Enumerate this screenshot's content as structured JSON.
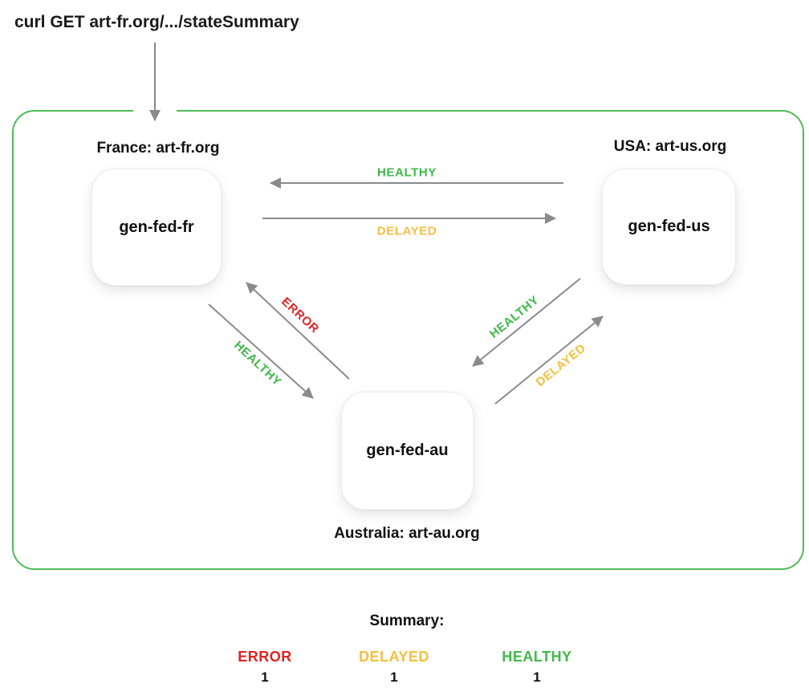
{
  "command": "curl GET art-fr.org/.../stateSummary",
  "colors": {
    "healthy": "#3eb94a",
    "delayed": "#f5bf3d",
    "error": "#e42222",
    "boundary_green": "#4cbd55",
    "arrow_gray": "#8a8a8a"
  },
  "nodes": {
    "fr": {
      "region": "France: art-fr.org",
      "name": "gen-fed-fr"
    },
    "us": {
      "region": "USA: art-us.org",
      "name": "gen-fed-us"
    },
    "au": {
      "region": "Australia: art-au.org",
      "name": "gen-fed-au"
    }
  },
  "edges": {
    "us_to_fr": {
      "status": "HEALTHY",
      "color": "#3eb94a"
    },
    "fr_to_us": {
      "status": "DELAYED",
      "color": "#f5bf3d"
    },
    "au_to_fr": {
      "status": "ERROR",
      "color": "#e42222"
    },
    "fr_to_au": {
      "status": "HEALTHY",
      "color": "#3eb94a"
    },
    "us_to_au": {
      "status": "HEALTHY",
      "color": "#3eb94a"
    },
    "au_to_us": {
      "status": "DELAYED",
      "color": "#f5bf3d"
    }
  },
  "summary": {
    "title": "Summary:",
    "items": [
      {
        "label": "ERROR",
        "count": "1",
        "color": "#e42222"
      },
      {
        "label": "DELAYED",
        "count": "1",
        "color": "#f5bf3d"
      },
      {
        "label": "HEALTHY",
        "count": "1",
        "color": "#3eb94a"
      }
    ]
  }
}
